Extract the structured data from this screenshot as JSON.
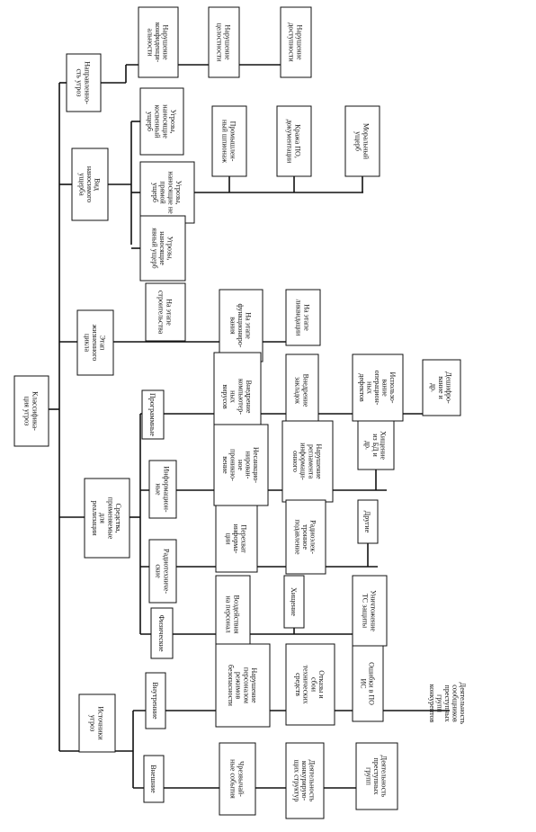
{
  "diagram": {
    "root": {
      "label": [
        "Классифика-",
        "ция угроз"
      ]
    },
    "nodes": {
      "napr": [
        "Направленно-",
        "сть угроз"
      ],
      "napr_1": [
        "Нарушение",
        "конфиденци-",
        "альности"
      ],
      "napr_2": [
        "Нарушение",
        "целостности"
      ],
      "napr_3": [
        "Нарушение",
        "доступности"
      ],
      "vid": [
        "Вид",
        "наносимого",
        "ущерба"
      ],
      "vid_1": [
        "Угрозы,",
        "наносящие",
        "косвенный",
        "ущерб"
      ],
      "vid_2": [
        "Угрозы,",
        "наносящие не",
        "прямой",
        "ущерб"
      ],
      "vid_3": [
        "Угрозы,",
        "наносящие",
        "явный ущерб"
      ],
      "vid_2a": [
        "Промышлен-",
        "ный шпионаж"
      ],
      "vid_2b": [
        "Кража ПО,",
        "документации"
      ],
      "vid_2c": [
        "Моральный",
        "ущерб"
      ],
      "etap": [
        "Этап",
        "жизненного",
        "цикла"
      ],
      "etap_1": [
        "На этапе",
        "строительства"
      ],
      "etap_2": [
        "На этапе",
        "функциониро-",
        "вания"
      ],
      "etap_3": [
        "На этапе",
        "ликвидации"
      ],
      "sred": [
        "Средства,",
        "применяемые",
        "для",
        "реализации"
      ],
      "prog": [
        "Программные"
      ],
      "prog_1": [
        "Внедрение",
        "компьютер-",
        "ных",
        "вирусов"
      ],
      "prog_2": [
        "Внедрение",
        "закладок"
      ],
      "prog_3": [
        "Использо-",
        "вание",
        "операцион-",
        "ных",
        "дефектов"
      ],
      "prog_4": [
        "Дешифро-",
        "вание и",
        "др."
      ],
      "info": [
        "Информацион-",
        "ные"
      ],
      "info_1": [
        "Несанкцио-",
        "нирован-",
        "ное",
        "проникно-",
        "вение"
      ],
      "info_2": [
        "Нарушение",
        "регламента",
        "информаци-",
        "онного"
      ],
      "info_3": [
        "Хищение",
        "из БД и",
        "др."
      ],
      "radio": [
        "Радиотехниче-",
        "ские"
      ],
      "radio_1": [
        "Перехват",
        "информа-",
        "ции"
      ],
      "radio_2": [
        "Радиоэлек-",
        "тронное",
        "подавление"
      ],
      "radio_3": [
        "Другие"
      ],
      "fiz": [
        "Физические"
      ],
      "fiz_1": [
        "Воздействия",
        "на персонал"
      ],
      "fiz_2": [
        "Хищение"
      ],
      "fiz_3": [
        "Уничтожение",
        "ТС защиты"
      ],
      "ist": [
        "Источники",
        "угроз"
      ],
      "vnutr": [
        "Внутренние"
      ],
      "vnutr_1": [
        "Нарушение",
        "персоналом",
        "режимов",
        "безопасности"
      ],
      "vnutr_2": [
        "Отказы и",
        "сбои",
        "технических",
        "средств"
      ],
      "vnutr_3": [
        "Ошибки в ПО",
        "ИС"
      ],
      "vnutr_4": [
        "Деятельность",
        "сообщников",
        "преступных",
        "групп",
        "конкурентов"
      ],
      "vnesh": [
        "Внешние"
      ],
      "vnesh_1": [
        "Чрезвычай-",
        "ные события"
      ],
      "vnesh_2": [
        "Деятельность",
        "конкурирую-",
        "щих структур"
      ],
      "vnesh_3": [
        "Деятельность",
        "преступных",
        "групп"
      ]
    }
  }
}
